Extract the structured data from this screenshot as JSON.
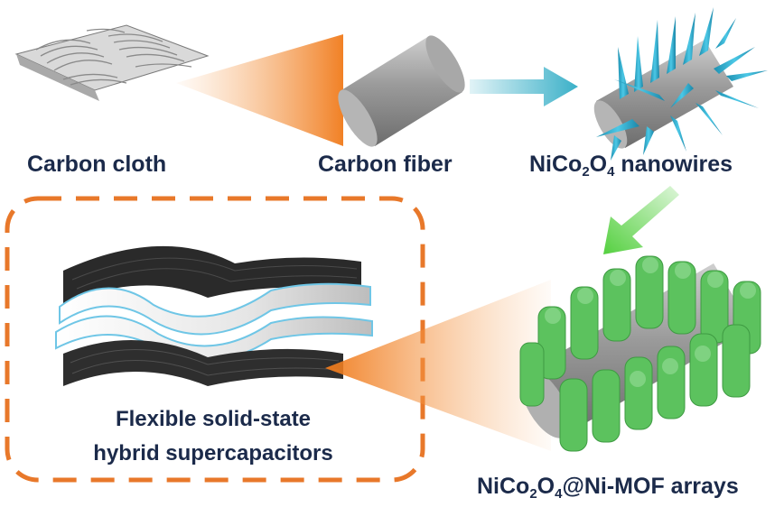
{
  "labels": {
    "carbon_cloth": "Carbon cloth",
    "carbon_fiber": "Carbon fiber",
    "nanowires": {
      "prefix": "NiCo",
      "sub1": "2",
      "mid": "O",
      "sub2": "4",
      "suffix": " nanowires"
    },
    "device_line1": "Flexible solid-state",
    "device_line2": "hybrid supercapacitors",
    "mof_arrays": {
      "prefix": "NiCo",
      "sub1": "2",
      "mid": "O",
      "sub2": "4",
      "suffix": "@Ni-MOF arrays"
    }
  },
  "icons": {
    "carbon_cloth": "woven-cloth-icon",
    "carbon_fiber": "cylinder-icon",
    "nanowires": "spiky-cylinder-icon",
    "mof": "foliage-cylinder-icon",
    "device": "layered-stack-icon"
  },
  "colors": {
    "text": "#1b2a4a",
    "beam": "#f07a1a",
    "dashed_box": "#e8782a",
    "arrow_teal": "#3ab0c8",
    "arrow_green": "#55d040",
    "nanowire_spike": "#2aaed0",
    "mof_green": "#5cc25e"
  }
}
